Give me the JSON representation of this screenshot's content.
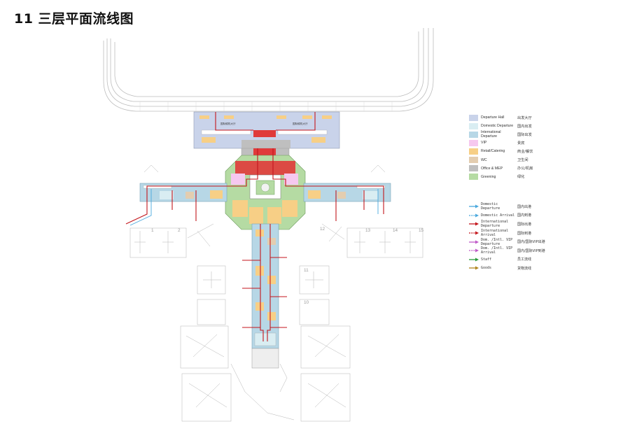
{
  "page": {
    "title": "11 三层平面流线图"
  },
  "legend": {
    "items": [
      {
        "en": "Departure Hall",
        "zh": "出发大厅",
        "color": "#c9d3ea"
      },
      {
        "en": "Domestic Departure",
        "zh": "国内出发",
        "color": "#d9edf2"
      },
      {
        "en": "International Departure",
        "zh": "国际出发",
        "color": "#b7d7e6"
      },
      {
        "en": "VIP",
        "zh": "贵宾",
        "color": "#f6c8ef"
      },
      {
        "en": "Retail/Catering",
        "zh": "商业/餐饮",
        "color": "#f7cf86"
      },
      {
        "en": "WC",
        "zh": "卫生间",
        "color": "#e3cdb0"
      },
      {
        "en": "Office & MEP",
        "zh": "办公/机房",
        "color": "#bfbfbf"
      },
      {
        "en": "Greening",
        "zh": "绿化",
        "color": "#b5dba3"
      }
    ]
  },
  "flows": {
    "items": [
      {
        "en": "Domestic Departure",
        "zh": "国内出港",
        "color": "#49a8dd",
        "dashed": false
      },
      {
        "en": "Domestic Arrival",
        "zh": "国内到港",
        "color": "#49a8dd",
        "dashed": true
      },
      {
        "en": "International Departure",
        "zh": "国际出港",
        "color": "#c4161c",
        "dashed": false
      },
      {
        "en": "International Arrival",
        "zh": "国际到港",
        "color": "#c4161c",
        "dashed": true
      },
      {
        "en": "Dom. /Intl. VIP Departure",
        "zh": "国内/国际VIP出港",
        "color": "#c05ac8",
        "dashed": false
      },
      {
        "en": "Dom. /Intl. VIP Arrival",
        "zh": "国内/国际VIP到港",
        "color": "#c05ac8",
        "dashed": true
      },
      {
        "en": "Staff",
        "zh": "员工流线",
        "color": "#2a9a3c",
        "dashed": false
      },
      {
        "en": "Goods",
        "zh": "货物流线",
        "color": "#b0861e",
        "dashed": false
      }
    ]
  },
  "plan": {
    "hall_labels": [
      "国际候机大厅",
      "国际候机大厅"
    ],
    "gates": [
      "1",
      "2",
      "12",
      "13",
      "14",
      "15",
      "10",
      "11"
    ],
    "colors": {
      "hall": "#c9d3ea",
      "domestic": "#d9edf2",
      "intl": "#b7d7e6",
      "vip": "#f6c8ef",
      "retail": "#f7cf86",
      "wc": "#e3cdb0",
      "office": "#bfbfbf",
      "green": "#b5dba3",
      "red": "#e03a3a",
      "route_red": "#c4161c",
      "route_blue": "#49a8dd",
      "line": "#a8a8a8"
    }
  }
}
